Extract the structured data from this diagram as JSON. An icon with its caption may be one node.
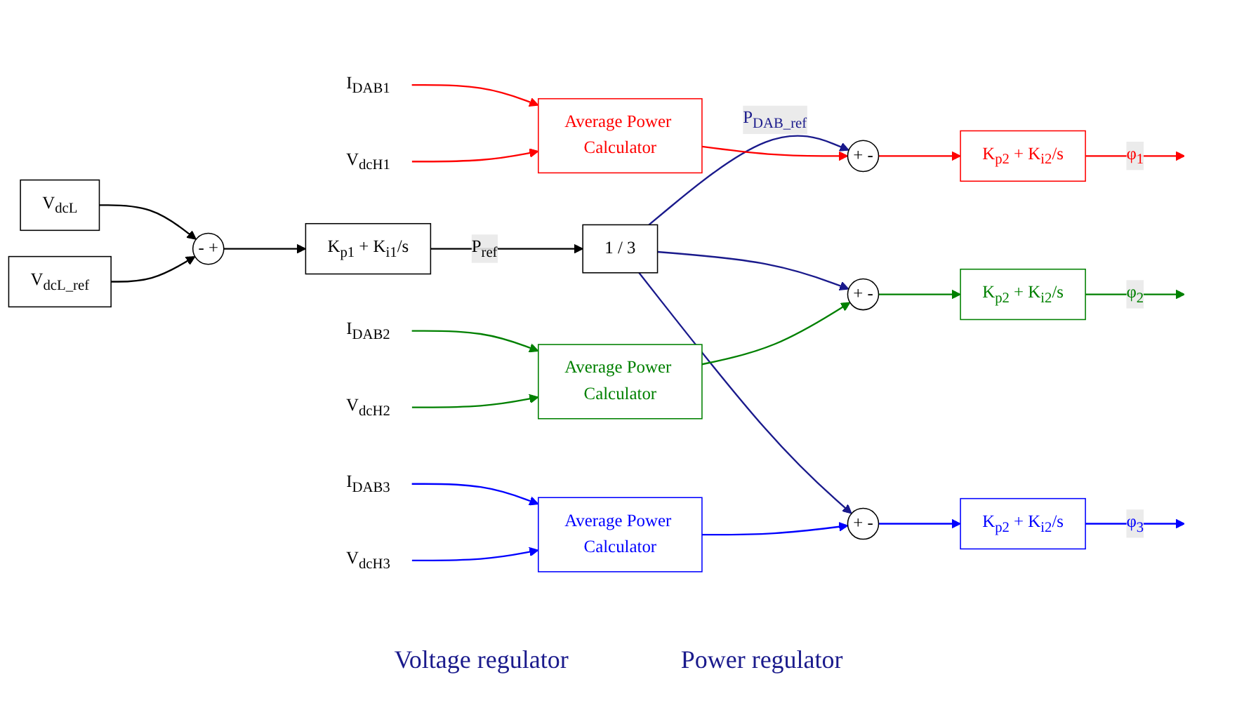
{
  "diagram": {
    "nodes": [
      {
        "text": [
          "V$_{dcL}$"
        ]
      },
      {
        "text": [
          "V$_{dcL_ref}$"
        ]
      },
      {
        "text": [
          "-",
          "+"
        ]
      },
      {
        "text": [
          "K$_{p1}$ + K$_{i1}$/s"
        ]
      },
      {
        "text": [
          "1 / 3"
        ]
      },
      {
        "text": [
          "+",
          "-"
        ]
      },
      {
        "text": [
          "K$_{p2}$ + K$_{i2}$/s"
        ]
      },
      {
        "text": [
          "I$_{DAB1}$"
        ]
      },
      {
        "text": [
          "V$_{dcH1}$"
        ]
      },
      {
        "text": [
          "Average Power Calculator"
        ]
      },
      {
        "text": [
          "+",
          "-"
        ]
      },
      {
        "text": [
          "K$_{p2}$ + K$_{i2}$/s"
        ]
      },
      {
        "text": [
          "I$_{DAB2}$"
        ]
      },
      {
        "text": [
          "V$_{dcH2}$"
        ]
      },
      {
        "text": [
          "Average Power Calculator"
        ]
      },
      {
        "text": [
          "+",
          "-"
        ]
      },
      {
        "text": [
          "K$_{p2}$ + K$_{i2}$/s"
        ]
      },
      {
        "text": [
          "I$_{DAB3}$"
        ]
      },
      {
        "text": [
          "V$_{dcH3}$"
        ]
      },
      {
        "text": [
          "Average Power Calculator"
        ]
      }
    ],
    "edges": [
      {
        "from": 0,
        "to": 2,
        "arrow": "to",
        "color": "#000000"
      },
      {
        "from": 1,
        "to": 2,
        "arrow": "to",
        "color": "#000000"
      },
      {
        "from": 2,
        "to": 3,
        "arrow": "to",
        "color": "#000000"
      },
      {
        "from": 3,
        "to": 4,
        "arrow": "to",
        "label": "P$_{ref}$",
        "color": "#000000"
      },
      {
        "from": 4,
        "to": 5,
        "arrow": "to",
        "label": "P$_{DAB_ref}$",
        "color": "#1a1a8c"
      },
      {
        "from": 4,
        "to": 10,
        "arrow": "to",
        "color": "#1a1a8c"
      },
      {
        "from": 4,
        "to": 15,
        "arrow": "to",
        "color": "#1a1a8c"
      },
      {
        "from": 5,
        "to": 6,
        "arrow": "to",
        "color": "#ff0000"
      },
      {
        "from": 6,
        "to": null,
        "arrow": "to",
        "label": "φ$_{1}$",
        "color": "#ff0000"
      },
      {
        "from": 7,
        "to": 9,
        "arrow": "to",
        "color": "#ff0000"
      },
      {
        "from": 8,
        "to": 9,
        "arrow": "to",
        "color": "#ff0000"
      },
      {
        "from": 9,
        "to": 5,
        "arrow": "to",
        "color": "#ff0000"
      },
      {
        "from": 10,
        "to": 11,
        "arrow": "to",
        "color": "#008000"
      },
      {
        "from": 11,
        "to": null,
        "arrow": "to",
        "label": "φ$_{2}$",
        "color": "#008000"
      },
      {
        "from": 12,
        "to": 14,
        "arrow": "to",
        "color": "#008000"
      },
      {
        "from": 13,
        "to": 14,
        "arrow": "to",
        "color": "#008000"
      },
      {
        "from": 14,
        "to": 10,
        "arrow": "to",
        "color": "#008000"
      },
      {
        "from": 15,
        "to": 16,
        "arrow": "to",
        "color": "#0000ff"
      },
      {
        "from": 16,
        "to": null,
        "arrow": "to",
        "label": "φ$_{3}$",
        "color": "#0000ff"
      },
      {
        "from": 17,
        "to": 19,
        "arrow": "to",
        "color": "#0000ff"
      },
      {
        "from": 18,
        "to": 19,
        "arrow": "to",
        "color": "#0000ff"
      },
      {
        "from": 19,
        "to": 15,
        "arrow": "to",
        "color": "#0000ff"
      }
    ],
    "labels": [
      "Voltage regulator",
      "Power regulator"
    ]
  }
}
